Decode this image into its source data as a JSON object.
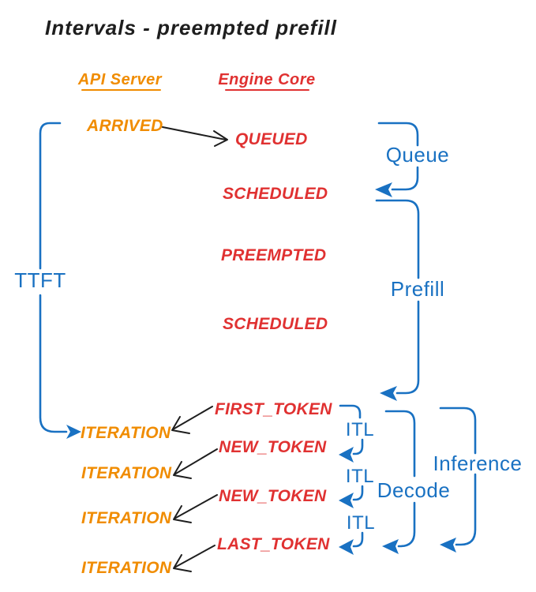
{
  "title": "Intervals - preempted prefill",
  "columns": {
    "api_server": "API Server",
    "engine_core": "Engine Core"
  },
  "api_events": {
    "arrived": "ARRIVED",
    "iteration_1": "ITERATION",
    "iteration_2": "ITERATION",
    "iteration_3": "ITERATION",
    "iteration_4": "ITERATION"
  },
  "engine_events": {
    "queued": "QUEUED",
    "scheduled_1": "SCHEDULED",
    "preempted": "PREEMPTED",
    "scheduled_2": "SCHEDULED",
    "first_token": "FIRST_TOKEN",
    "new_token_1": "NEW_TOKEN",
    "new_token_2": "NEW_TOKEN",
    "last_token": "LAST_TOKEN"
  },
  "intervals": {
    "ttft": "TTFT",
    "queue": "Queue",
    "prefill": "Prefill",
    "itl_1": "ITL",
    "itl_2": "ITL",
    "itl_3": "ITL",
    "decode": "Decode",
    "inference": "Inference"
  },
  "colors": {
    "ink": "#1e1e1e",
    "api_server": "#f08c00",
    "engine_core": "#e03131",
    "interval": "#1971c2",
    "background": "#ffffff"
  }
}
